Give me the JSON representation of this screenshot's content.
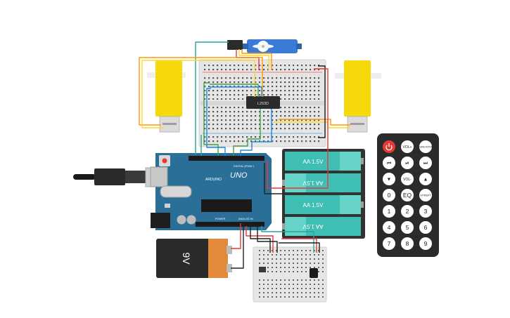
{
  "board": {
    "logo": "UNO",
    "brand": "ARDUINO",
    "digital_label": "DIGITAL (PWM~)",
    "power_label": "POWER",
    "analog_label": "ANALOG IN"
  },
  "driver_chip": {
    "label": "L293D"
  },
  "battery_9v": {
    "label": "9V"
  },
  "battery_pack": {
    "cells": [
      {
        "label": "AA 1.5V",
        "flipped": false
      },
      {
        "label": "AA 1.5V",
        "flipped": true
      },
      {
        "label": "AA 1.5V",
        "flipped": false
      },
      {
        "label": "AA 1.5V",
        "flipped": true
      }
    ]
  },
  "remote": {
    "buttons": [
      {
        "label": "",
        "kind": "power"
      },
      {
        "label": "VOL+",
        "kind": "fn"
      },
      {
        "label": "FUNC/STOP",
        "kind": "fn"
      },
      {
        "label": "⏮",
        "kind": "fn"
      },
      {
        "label": "⏯",
        "kind": "fn"
      },
      {
        "label": "⏭",
        "kind": "fn"
      },
      {
        "label": "▼",
        "kind": "fn"
      },
      {
        "label": "VOL-",
        "kind": "fn"
      },
      {
        "label": "▲",
        "kind": "fn"
      },
      {
        "label": "0",
        "kind": "num"
      },
      {
        "label": "EQ",
        "kind": "num"
      },
      {
        "label": "ST/REPT",
        "kind": "num"
      },
      {
        "label": "1",
        "kind": "num"
      },
      {
        "label": "2",
        "kind": "num"
      },
      {
        "label": "3",
        "kind": "num"
      },
      {
        "label": "4",
        "kind": "num"
      },
      {
        "label": "5",
        "kind": "num"
      },
      {
        "label": "6",
        "kind": "num"
      },
      {
        "label": "7",
        "kind": "num"
      },
      {
        "label": "8",
        "kind": "num"
      },
      {
        "label": "9",
        "kind": "num"
      }
    ]
  },
  "colors": {
    "arduino": "#2a6f97",
    "breadboard": "#e8e8e8",
    "motor_yellow": "#f5d90a",
    "battery_teal": "#3fbfb4",
    "battery_case": "#333333",
    "remote_body": "#2b2b2b",
    "servo_blue": "#3a7bd5",
    "power_red": "#e53935",
    "wire_orange": "#ff9800",
    "wire_yellow": "#fdd835",
    "wire_green": "#43a047",
    "wire_blue": "#1e88e5",
    "wire_teal": "#26a69a",
    "wire_black": "#212121",
    "wire_red": "#e53935"
  }
}
